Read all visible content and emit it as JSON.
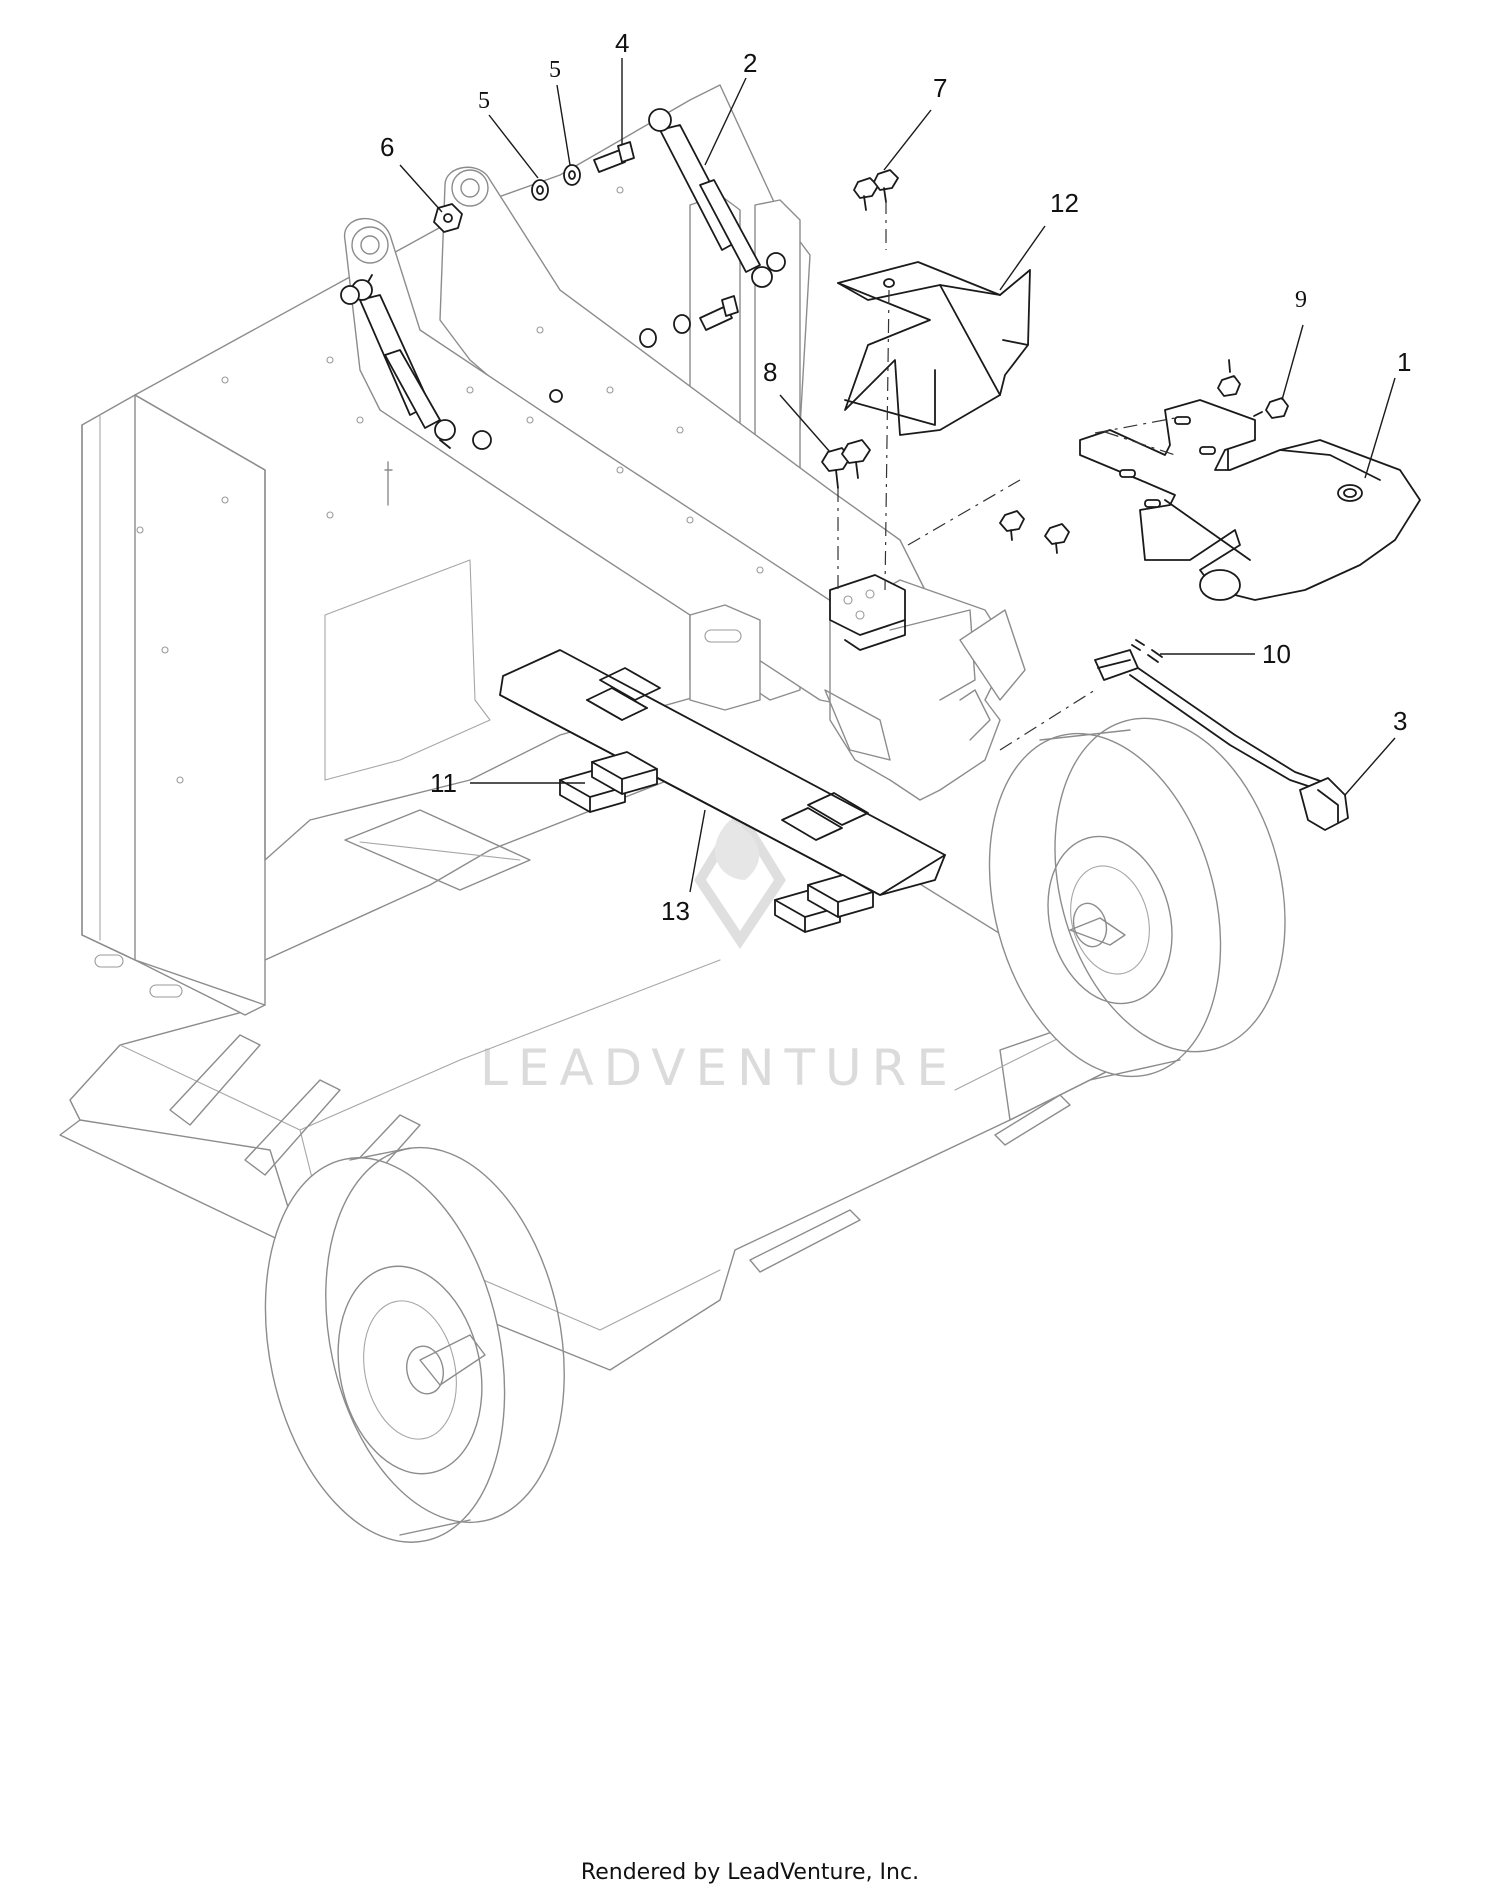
{
  "diagram": {
    "callouts": [
      {
        "label": "1"
      },
      {
        "label": "2"
      },
      {
        "label": "3"
      },
      {
        "label": "4"
      },
      {
        "label": "5"
      },
      {
        "label": "5"
      },
      {
        "label": "6"
      },
      {
        "label": "7"
      },
      {
        "label": "8"
      },
      {
        "label": "9"
      },
      {
        "label": "10"
      },
      {
        "label": "11"
      },
      {
        "label": "12"
      },
      {
        "label": "13"
      }
    ],
    "watermark": "LEADVENTURE"
  },
  "footer": {
    "text": "Rendered by LeadVenture, Inc."
  },
  "colors": {
    "line": "#8c8c8c",
    "part_line": "#1a1a1a",
    "watermark": "#d8d8d8",
    "background": "#ffffff"
  }
}
